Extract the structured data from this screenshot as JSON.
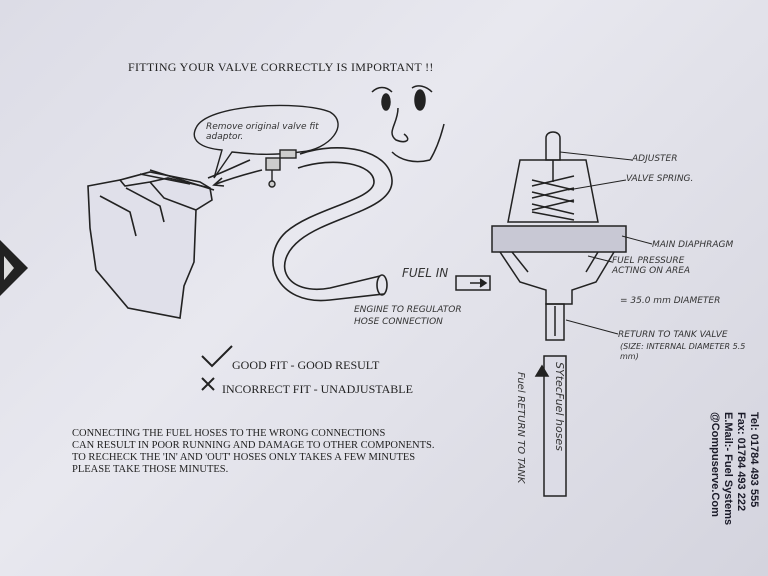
{
  "title": "FITTING YOUR VALVE CORRECTLY IS IMPORTANT !!",
  "speech_bubble": "Remove original valve fit adaptor.",
  "diagram_labels": {
    "fuel_in": "FUEL IN",
    "engine_hose": "ENGINE TO REGULATOR HOSE CONNECTION",
    "adjuster": "ADJUSTER",
    "valve_spring": "VALVE SPRING.",
    "main_diaphragm": "MAIN DIAPHRAGM",
    "fuel_pressure": "FUEL PRESSURE ACTING ON AREA",
    "area_size": "= 35.0 mm DIAMETER",
    "return_valve": "RETURN TO TANK VALVE",
    "return_size": "(SIZE: INTERNAL DIAMETER 5.5 mm)",
    "return_hose": "Fuel RETURN TO TANK",
    "hose_brand": "SYtecFuel hoses"
  },
  "legend": {
    "good": "GOOD FIT  -  GOOD RESULT",
    "bad": "INCORRECT FIT  -  UNADJUSTABLE"
  },
  "warning_lines": [
    "CONNECTING THE FUEL HOSES TO THE WRONG CONNECTIONS",
    "CAN RESULT IN POOR RUNNING AND DAMAGE TO OTHER COMPONENTS.",
    "TO RECHECK THE 'IN' AND 'OUT' HOSES ONLY TAKES A FEW MINUTES",
    "PLEASE TAKE THOSE MINUTES."
  ],
  "contact_lines": [
    "Tel: 01784 493 555",
    "Fax: 01784 493 222",
    "E.Mail:- Fuel Systems",
    "@Compuserve.Com"
  ]
}
